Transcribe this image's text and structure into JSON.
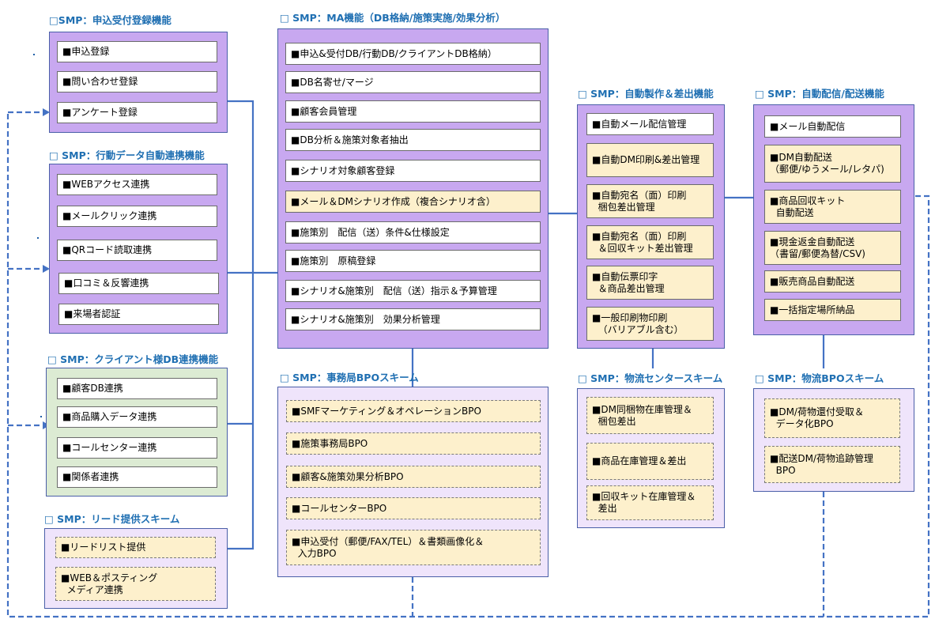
{
  "sections": {
    "s1": {
      "title": "□SMP：申込受付登録機能",
      "items": [
        "■申込登録",
        "■問い合わせ登録",
        "■アンケート登録"
      ]
    },
    "s2": {
      "title": "□ SMP：行動データ自動連携機能",
      "items": [
        "■WEBアクセス連携",
        "■メールクリック連携",
        "■QRコード読取連携",
        "■口コミ＆反響連携",
        "■来場者認証"
      ]
    },
    "s3": {
      "title": "□ SMP：クライアント様DB連携機能",
      "items": [
        "■顧客DB連携",
        "■商品購入データ連携",
        "■コールセンター連携",
        "■関係者連携"
      ]
    },
    "s4": {
      "title": "□ SMP：リード提供スキーム",
      "items": [
        "■リードリスト提供",
        "■WEB＆ポスティング\n  メディア連携"
      ]
    },
    "ma": {
      "title": "□ SMP：MA機能（DB格納/施策実施/効果分析）",
      "items": [
        "■申込&受付DB/行動DB/クライアントDB格納）",
        "■DB名寄せ/マージ",
        "■顧客会員管理",
        "■DB分析＆施策対象者抽出",
        "■シナリオ対象顧客登録",
        "■メール＆DMシナリオ作成（複合シナリオ含）",
        "■施策別　配信（送）条件&仕様設定",
        "■施策別　原稿登録",
        "■シナリオ&施策別　配信（送）指示＆予算管理",
        "■シナリオ&施策別　効果分析管理"
      ]
    },
    "bpo": {
      "title": "□ SMP：事務局BPOスキーム",
      "items": [
        "■SMFマーケティング＆オペレーションBPO",
        "■施策事務局BPO",
        "■顧客&施策効果分析BPO",
        "■コールセンターBPO",
        "■申込受付（郵便/FAX/TEL）＆書類画像化＆\n  入力BPO"
      ]
    },
    "prod": {
      "title": "□ SMP：自動製作＆差出機能",
      "items": [
        "■自動メール配信管理",
        "■自動DM印刷&差出管理",
        "■自動宛名（面）印刷\n  梱包差出管理",
        "■自動宛名（面）印刷\n  ＆回収キット差出管理",
        "■自動伝票印字\n  ＆商品差出管理",
        "■一般印刷物印刷\n  （バリアブル含む）"
      ]
    },
    "logi": {
      "title": "□ SMP：物流センタースキーム",
      "items": [
        "■DM同梱物在庫管理＆\n  梱包差出",
        "■商品在庫管理＆差出",
        "■回収キット在庫管理＆\n  差出"
      ]
    },
    "deliv": {
      "title": "□ SMP：自動配信/配送機能",
      "items": [
        "■メール自動配信",
        "■DM自動配送\n（郵便/ゆうメール/レタパ)",
        "■商品回収キット\n  自動配送",
        "■現金返金自動配送\n（書留/郵便為替/CSV)",
        "■販売商品自動配送",
        "■一括指定場所納品"
      ]
    },
    "lbpo": {
      "title": "□ SMP：物流BPOスキーム",
      "items": [
        "■DM/荷物還付受取＆\n  データ化BPO",
        "■配送DM/荷物追跡管理\n  BPO"
      ]
    }
  },
  "colors": {
    "title": "#1f6fb2",
    "wire": "#4472c4",
    "purple": "#c8a8f0",
    "lavender": "#efe4fb",
    "green": "#dcebd3",
    "yellow": "#fdf0cc"
  }
}
